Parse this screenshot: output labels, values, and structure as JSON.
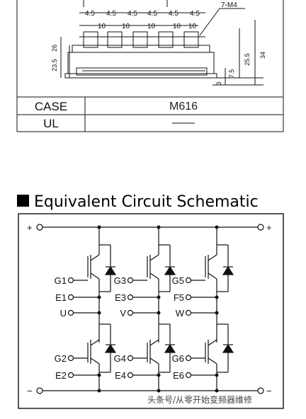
{
  "drawing": {
    "pitch_labels": [
      "4.5",
      "4.5",
      "4.5",
      "4.5",
      "4.5",
      "4.5"
    ],
    "width_labels": [
      "10",
      "10",
      "10",
      "10",
      "10"
    ],
    "screw_label": "7-M4",
    "left_dims": [
      "26",
      "23.5"
    ],
    "right_dims": [
      "25.5",
      "34"
    ],
    "small_dims": [
      "7.5",
      "3"
    ]
  },
  "spec_table": {
    "case_label": "CASE",
    "case_value": "M616",
    "ul_label": "UL",
    "ul_value": "——"
  },
  "schematic": {
    "title": "Equivalent Circuit Schematic",
    "plus": "+",
    "minus": "−",
    "upper_gates": [
      "G1",
      "G3",
      "G5"
    ],
    "upper_emitters": [
      "E1",
      "E3",
      "F5"
    ],
    "phases": [
      "U",
      "V",
      "W"
    ],
    "lower_gates": [
      "G2",
      "G4",
      "G6"
    ],
    "lower_emitters": [
      "E2",
      "E4",
      "E6"
    ]
  },
  "watermark": "头条号/从零开始变频器维修"
}
